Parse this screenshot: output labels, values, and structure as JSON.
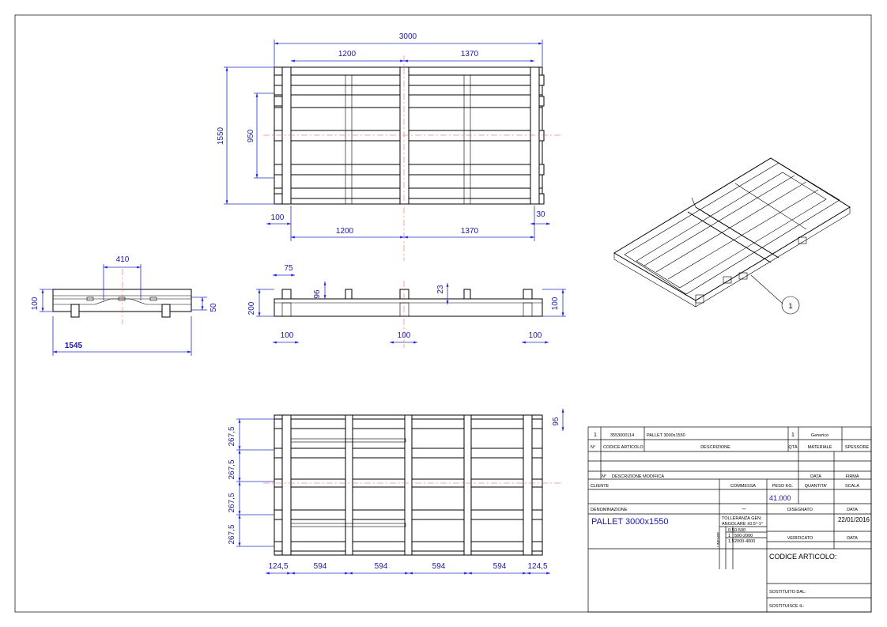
{
  "top_view": {
    "overall_width": "3000",
    "left_span": "1200",
    "right_span": "1370",
    "height": "1550",
    "inner_height": "950",
    "edge_left": "100",
    "edge_right": "30",
    "bottom_left": "1200",
    "bottom_right": "1370"
  },
  "side_view_left": {
    "top_dim": "410",
    "height": "100",
    "right_dim": "50",
    "length": "1545"
  },
  "front_view": {
    "top_dim": "75",
    "h_96": "96",
    "h_23": "23",
    "height": "200",
    "right_h": "100",
    "block_left": "100",
    "block_mid": "100",
    "block_right": "100"
  },
  "bottom_view": {
    "right_dim": "95",
    "gaps": [
      "267,5",
      "267,5",
      "267,5",
      "267,5"
    ],
    "spans": [
      "124,5",
      "594",
      "594",
      "594",
      "594",
      "124,5"
    ]
  },
  "iso_view": {
    "balloon": "1"
  },
  "title_block": {
    "row1": {
      "n": "1",
      "code": "3553000114",
      "desc": "PALLET 3000x1550",
      "qty": "1",
      "material": "Generico",
      "thickness": ""
    },
    "header": {
      "n": "N°",
      "code": "CODICE ARTICOLO",
      "desc": "DESCRIZIONE",
      "qty": "QTÀ",
      "material": "MATERIALE",
      "thickness": "SPESSORE"
    },
    "mod_header": {
      "n": "N°",
      "desc": "DESCRIZIONE MODIFICA",
      "date": "DATA",
      "sign": "FIRMA"
    },
    "cliente": "CLIENTE",
    "commessa": "COMMESSA",
    "peso": "PESO KG.",
    "quantita": "QUANTITA'",
    "scala": "SCALA",
    "peso_value": "41.000",
    "commessa_value": "–",
    "disegnato": "DISEGNATO",
    "data_label": "DATA",
    "data_value": "22/01/2016",
    "denominazione": "DENOMINAZIONE",
    "denominazione_value": "PALLET  3000x1550",
    "tolleranza": "TOLLERANZA GEN:",
    "angolare": "ANGOLARE ±0.5°-1°",
    "lineare_rows": [
      [
        "0,5",
        "0-500"
      ],
      [
        "1",
        "500-2000"
      ],
      [
        "1,5",
        "2000-4000"
      ]
    ],
    "lineare_label": "LINEARE",
    "verificato": "VERIFICATO",
    "data_label2": "DATA",
    "codice_articolo": "CODICE ARTICOLO:",
    "sostituito": "SOSTITUITO DAL:",
    "sostituisce": "SOSTITUISCE IL:"
  }
}
